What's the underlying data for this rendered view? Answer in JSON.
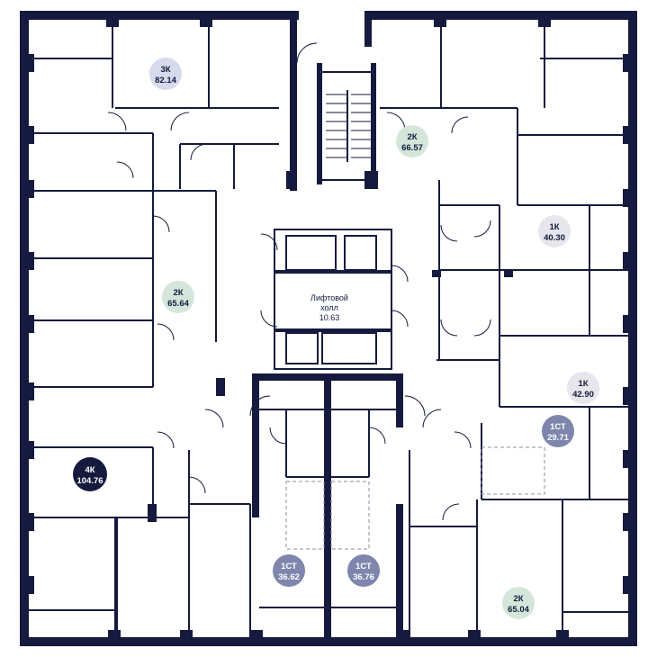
{
  "colors": {
    "wall": "#151a3e",
    "badge_3k": "#d7d9ec",
    "badge_2k": "#d4e6da",
    "badge_1k": "#e6e6ec",
    "badge_1ct": "#7e86ad",
    "badge_4k": "#151a3e"
  },
  "hall": {
    "line1": "Лифтовой",
    "line2": "холл",
    "area": "10.63"
  },
  "units": [
    {
      "type": "3К",
      "area": "82.14",
      "style": "3k"
    },
    {
      "type": "2К",
      "area": "66.57",
      "style": "2k"
    },
    {
      "type": "1К",
      "area": "40.30",
      "style": "1k"
    },
    {
      "type": "2К",
      "area": "65.64",
      "style": "2k"
    },
    {
      "type": "1К",
      "area": "42.90",
      "style": "1k"
    },
    {
      "type": "1СТ",
      "area": "29.71",
      "style": "1ct"
    },
    {
      "type": "4К",
      "area": "104.76",
      "style": "4k"
    },
    {
      "type": "1СТ",
      "area": "36.62",
      "style": "1ct"
    },
    {
      "type": "1СТ",
      "area": "36.76",
      "style": "1ct"
    },
    {
      "type": "2К",
      "area": "65.04",
      "style": "2k"
    }
  ]
}
